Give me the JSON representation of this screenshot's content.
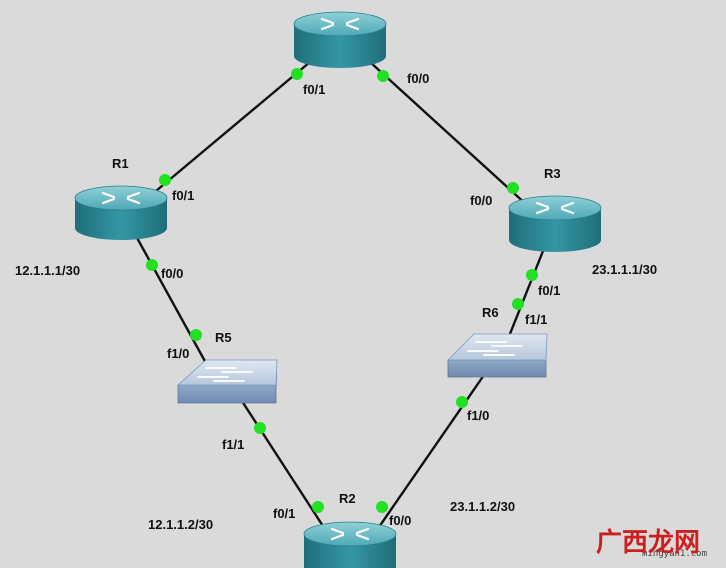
{
  "devices": {
    "r_top": {
      "type": "router",
      "name": ""
    },
    "r1": {
      "type": "router",
      "name": "R1"
    },
    "r3": {
      "type": "router",
      "name": "R3"
    },
    "r2": {
      "type": "router",
      "name": "R2"
    },
    "r5": {
      "type": "switch",
      "name": "R5"
    },
    "r6": {
      "type": "switch",
      "name": "R6"
    }
  },
  "links": [
    {
      "from": "r_top",
      "from_port": "f0/1",
      "to": "r1",
      "to_port": "f0/1"
    },
    {
      "from": "r_top",
      "from_port": "f0/0",
      "to": "r3",
      "to_port": "f0/0"
    },
    {
      "from": "r1",
      "from_port": "f0/0",
      "to": "r5",
      "to_port": "f1/0"
    },
    {
      "from": "r3",
      "from_port": "f0/1",
      "to": "r6",
      "to_port": "f1/1"
    },
    {
      "from": "r5",
      "from_port": "f1/1",
      "to": "r2",
      "to_port": "f0/1"
    },
    {
      "from": "r6",
      "from_port": "f1/0",
      "to": "r2",
      "to_port": "f0/0"
    }
  ],
  "addresses": {
    "r1": "12.1.1.1/30",
    "r3": "23.1.1.1/30",
    "r2_left": "12.1.1.2/30",
    "r2_right": "23.1.1.2/30"
  },
  "watermark": {
    "url": "mingyan1.com",
    "text": "广西龙网"
  },
  "colors": {
    "background": "#dadada",
    "router": "#2f8b99",
    "switch": "#8ea7c7",
    "link": "#111111",
    "port_dot": "#22e022",
    "watermark": "#cc1f1f"
  }
}
